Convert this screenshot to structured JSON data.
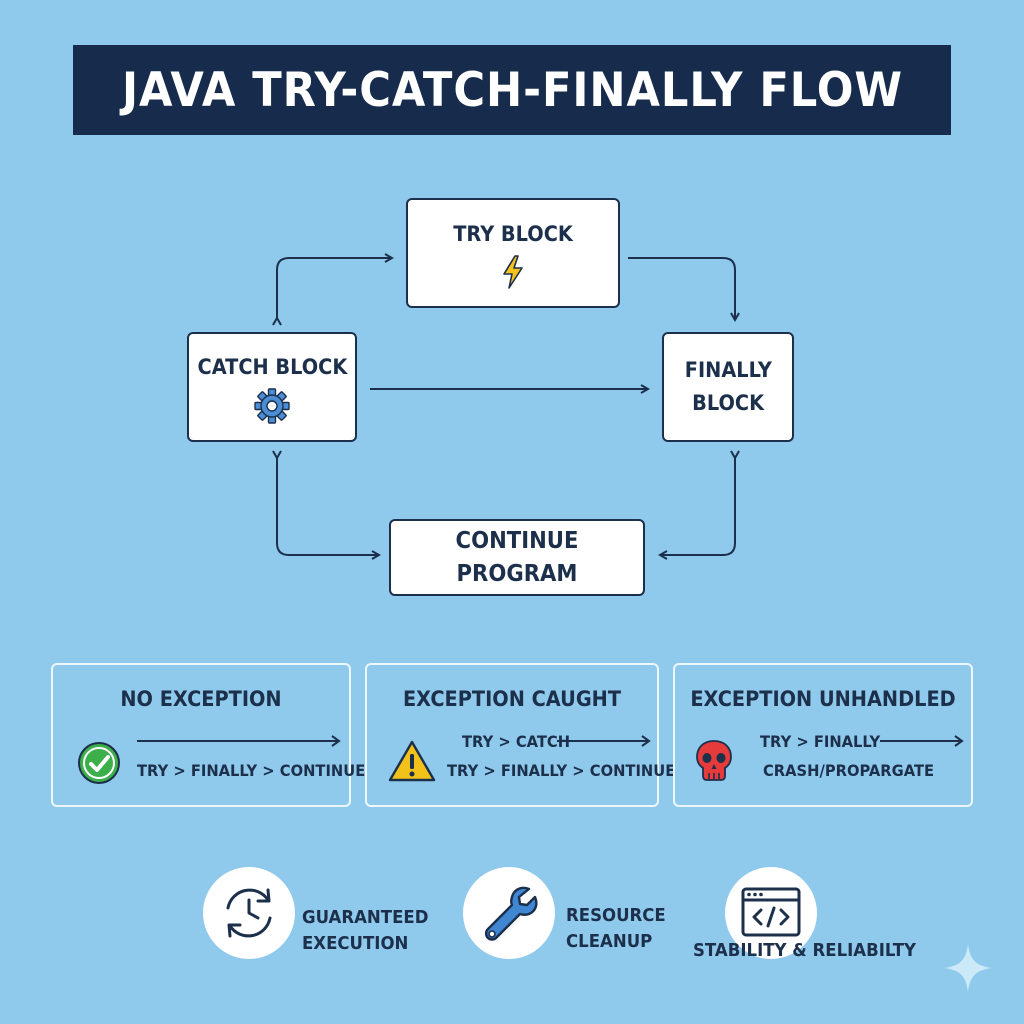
{
  "title": "JAVA TRY-CATCH-FINALLY FLOW",
  "flow": {
    "try": {
      "label": "TRY BLOCK",
      "icon": "lightning-icon"
    },
    "catch": {
      "label": "CATCH BLOCK",
      "icon": "gear-icon"
    },
    "finally": {
      "line1": "FINALLY",
      "line2": "BLOCK"
    },
    "continue": {
      "label": "CONTINUE PROGRAM"
    }
  },
  "scenarios": [
    {
      "title": "NO EXCEPTION",
      "icon": "check-circle-icon",
      "line1": "TRY > FINALLY > CONTINUE",
      "status_color": "#3cae4a"
    },
    {
      "title": "EXCEPTION CAUGHT",
      "icon": "warning-triangle-icon",
      "line1": "TRY > CATCH",
      "line2": "TRY > FINALLY > CONTINUE",
      "status_color": "#f2c21b"
    },
    {
      "title": "EXCEPTION UNHANDLED",
      "icon": "skull-icon",
      "line1": "TRY > FINALLY",
      "line2": "CRASH/PROPARGATE",
      "status_color": "#e53b3b"
    }
  ],
  "features": [
    {
      "line1": "GUARANTEED",
      "line2": "EXECUTION",
      "icon": "clock-refresh-icon"
    },
    {
      "line1": "RESOURCE",
      "line2": "CLEANUP",
      "icon": "wrench-icon"
    },
    {
      "line1": "STABILITY & RELIABILTY",
      "icon": "code-window-icon"
    }
  ]
}
